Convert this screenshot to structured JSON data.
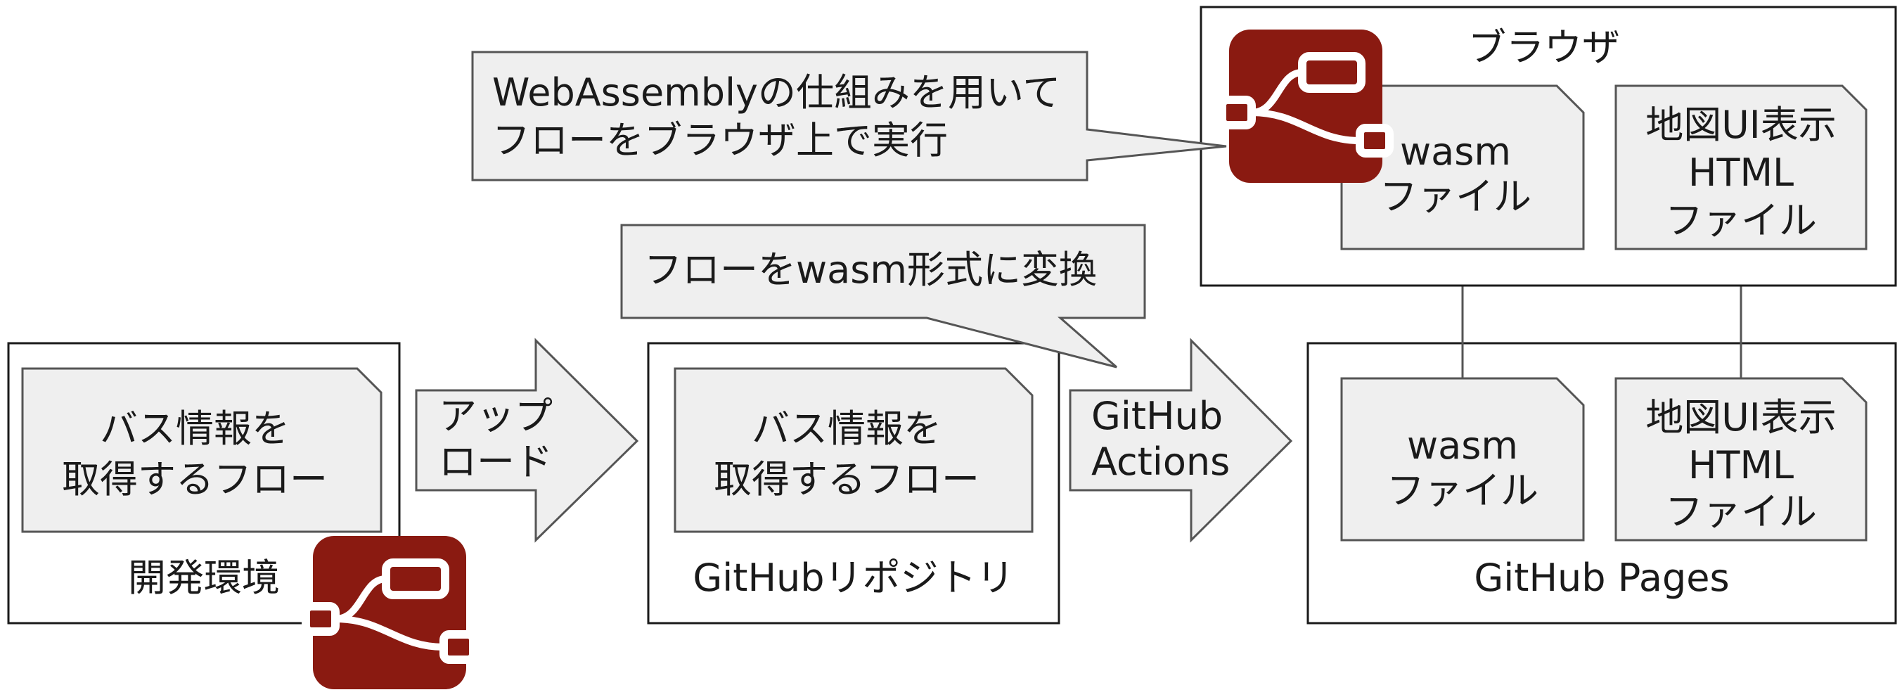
{
  "dev_env": {
    "label": "開発環境",
    "file_line1": "バス情報を",
    "file_line2": "取得するフロー"
  },
  "upload_arrow": {
    "line1": "アップ",
    "line2": "ロード"
  },
  "repo": {
    "label": "GitHubリポジトリ",
    "file_line1": "バス情報を",
    "file_line2": "取得するフロー"
  },
  "convert_callout": {
    "text": "フローをwasm形式に変換"
  },
  "actions_arrow": {
    "line1": "GitHub",
    "line2": "Actions"
  },
  "pages": {
    "label": "GitHub Pages",
    "wasm_line1": "wasm",
    "wasm_line2": "ファイル",
    "map_line1": "地図UI表示",
    "map_line2": "HTML",
    "map_line3": "ファイル"
  },
  "browser": {
    "label": "ブラウザ",
    "wasm_line1": "wasm",
    "wasm_line2": "ファイル",
    "map_line1": "地図UI表示",
    "map_line2": "HTML",
    "map_line3": "ファイル"
  },
  "browser_callout": {
    "line1": "WebAssemblyの仕組みを用いて",
    "line2": "フローをブラウザ上で実行"
  },
  "colors": {
    "logo": "#8a1a11",
    "node": "#ffffff",
    "file_fill": "#efefef",
    "stroke": "#555555"
  },
  "icons": [
    "node-red-logo-icon"
  ]
}
